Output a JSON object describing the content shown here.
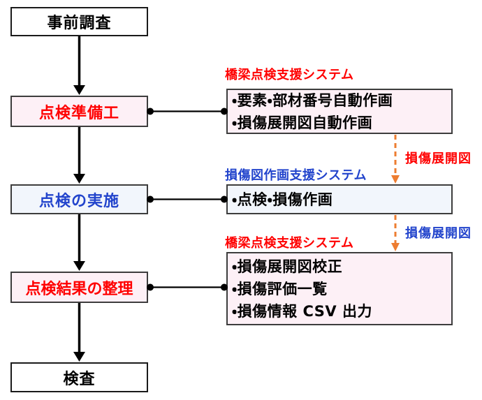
{
  "flow_steps": [
    {
      "label": "事前調査",
      "text_color": "black"
    },
    {
      "label": "点検準備工",
      "text_color": "red"
    },
    {
      "label": "点検の実施",
      "text_color": "blue"
    },
    {
      "label": "点検結果の整理",
      "text_color": "red"
    },
    {
      "label": "検査",
      "text_color": "black"
    }
  ],
  "systems": [
    {
      "title": "橋梁点検支援システム",
      "title_color": "red",
      "items": [
        "・要素・部材番号自動作画",
        "・損傷展開図自動作画"
      ]
    },
    {
      "title": "損傷図作画支援システム",
      "title_color": "blue",
      "items": [
        "・点検・損傷作画"
      ]
    },
    {
      "title": "橋梁点検支援システム",
      "title_color": "red",
      "items": [
        "・損傷展開図校正",
        "・損傷評価一覧",
        "・損傷情報 CSV 出力"
      ]
    }
  ],
  "data_flow_labels": [
    {
      "text": "損傷展開図",
      "color": "red"
    },
    {
      "text": "損傷展開図",
      "color": "blue"
    }
  ],
  "colors": {
    "accent_red": "#ff0000",
    "accent_blue": "#2244cc",
    "dashed_arrow_orange": "#ed7d31",
    "pink_box_bg": "#fdf0f6",
    "blue_box_bg": "#f2f6fc",
    "box_border": "#3d3d3d"
  }
}
